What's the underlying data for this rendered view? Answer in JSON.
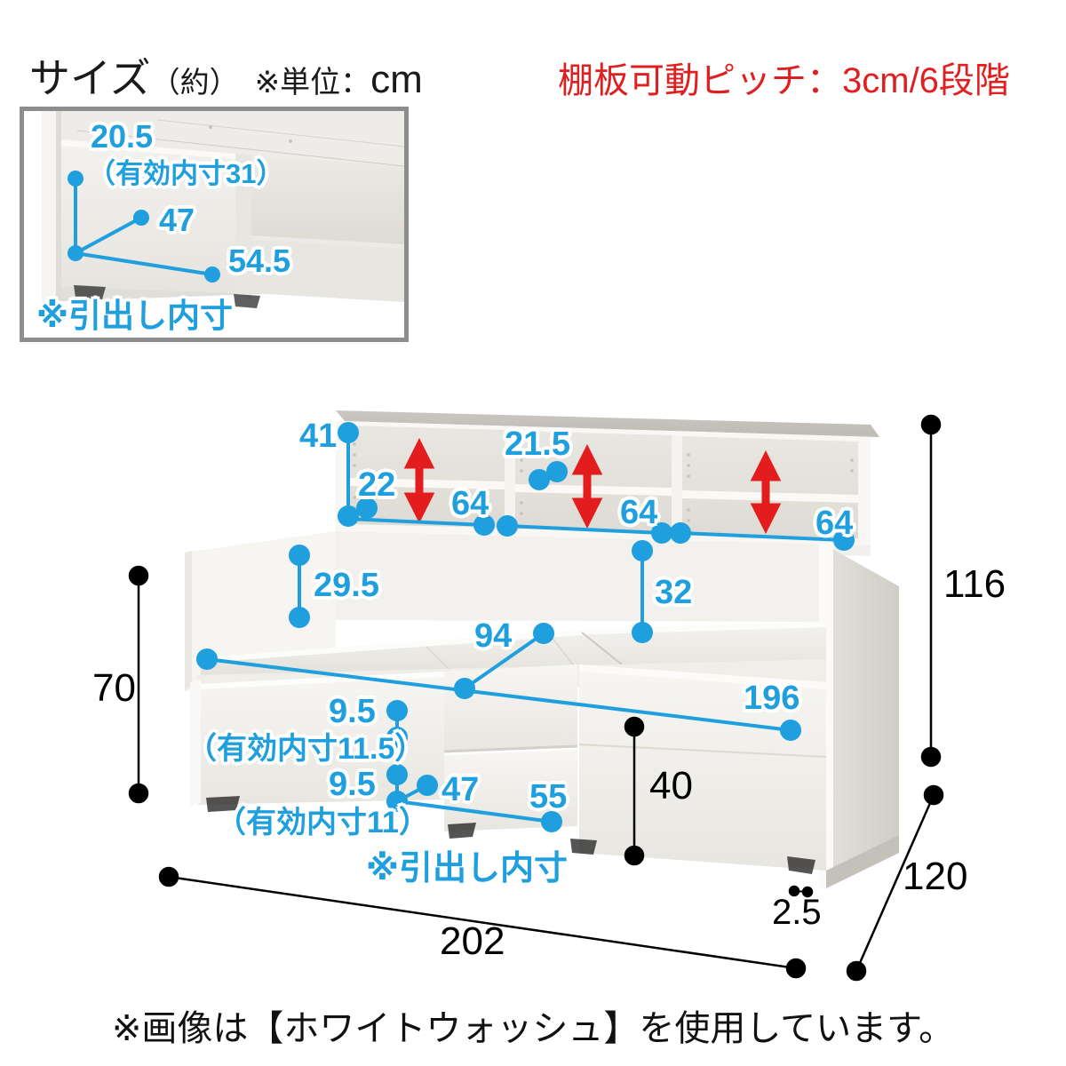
{
  "header": {
    "size_label": "サイズ",
    "size_approx": "（約）",
    "unit_label": "※単位：",
    "unit_value": "cm",
    "shelf_pitch": "棚板可動ピッチ：3cm/6段階"
  },
  "inset": {
    "caption": "※引出し内寸",
    "dims": [
      {
        "value": "20.5",
        "note": "（有効内寸31）"
      },
      {
        "value": "47",
        "note": ""
      },
      {
        "value": "54.5",
        "note": ""
      }
    ]
  },
  "main_diagram": {
    "headboard": {
      "height_left": "41",
      "shelf_gap": "22",
      "shelf_gap_mid": "21.5",
      "width_bay1": "64",
      "width_bay2": "64",
      "width_bay3": "64",
      "adjustable_marker": "red-double-arrow"
    },
    "body": {
      "backrest_height": "29.5",
      "headboard_depth": "32",
      "mattress_width": "94",
      "mattress_length": "196",
      "drawer_upper_height": "9.5",
      "drawer_upper_note": "（有効内寸11.5）",
      "drawer_lower_height": "9.5",
      "drawer_lower_note": "（有効内寸11）",
      "drawer_depth": "47",
      "drawer_width": "55",
      "drawer_caption": "※引出し内寸",
      "side_box_height": "40"
    },
    "overall": {
      "total_height": "116",
      "seat_height": "70",
      "total_width": "202",
      "total_depth": "120",
      "foot_clearance": "2.5"
    }
  },
  "footer": {
    "note": "※画像は【ホワイトウォッシュ】を使用しています。"
  },
  "colors": {
    "blue": "#1f9fdd",
    "red": "#e02020",
    "black": "#000000",
    "inset_border": "#8d8d8d"
  }
}
